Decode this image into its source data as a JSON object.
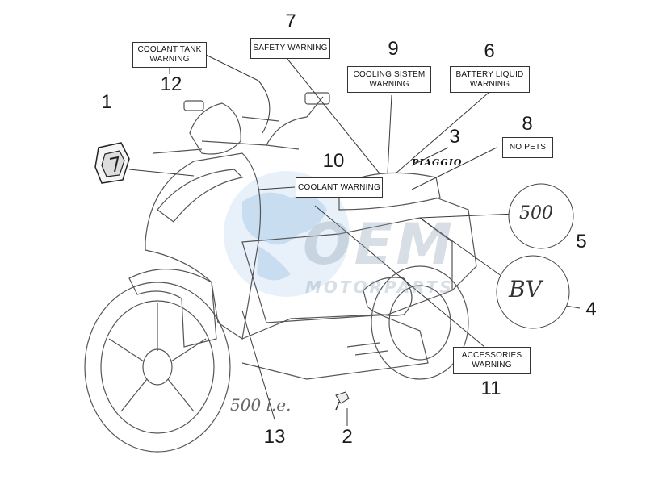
{
  "callouts": {
    "c1": {
      "number": "1"
    },
    "c2": {
      "number": "2"
    },
    "c3": {
      "number": "3"
    },
    "c4": {
      "number": "4"
    },
    "c5": {
      "number": "5"
    },
    "c6": {
      "number": "6",
      "lines": [
        "BATTERY LIQUID",
        "WARNING"
      ]
    },
    "c7": {
      "number": "7",
      "lines": [
        "SAFETY WARNING"
      ]
    },
    "c8": {
      "number": "8",
      "lines": [
        "NO PETS"
      ]
    },
    "c9": {
      "number": "9",
      "lines": [
        "COOLING SISTEM",
        "WARNING"
      ]
    },
    "c10": {
      "number": "10",
      "lines": [
        "COOLANT WARNING"
      ]
    },
    "c11": {
      "number": "11",
      "lines": [
        "ACCESSORIES",
        "WARNING"
      ]
    },
    "c12": {
      "number": "12",
      "lines": [
        "COOLANT TANK",
        "WARNING"
      ]
    },
    "c13": {
      "number": "13"
    }
  },
  "decals": {
    "brand": "PIAGGIO",
    "badge_500": "500",
    "badge_bv": "BV",
    "decal_500ie": "500 i.e."
  },
  "watermark": {
    "main": "OEM",
    "sub": "MOTORPARTS"
  },
  "colors": {
    "line": "#3a3a3a",
    "sketch": "#555555",
    "watermark_blue": "#8fb6dd"
  }
}
